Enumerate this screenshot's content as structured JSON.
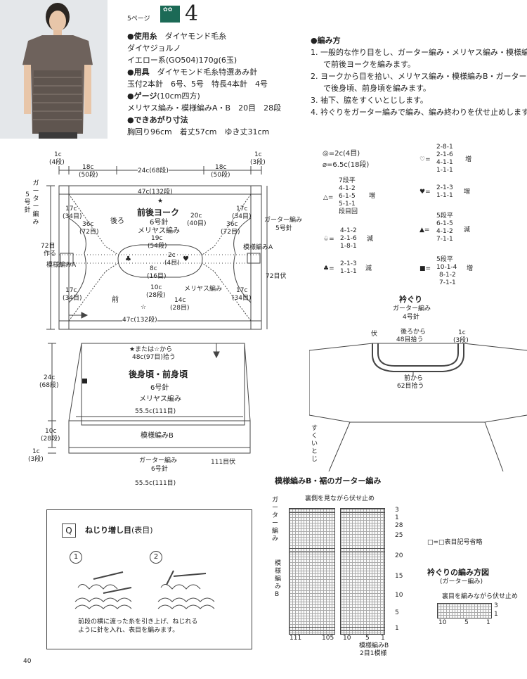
{
  "header": {
    "page_ref": "5ページ",
    "pattern_number": "4"
  },
  "materials": {
    "yarn_heading": "●使用糸",
    "yarn_brand": "ダイヤモンド毛糸",
    "yarn_name": "ダイヤジョルノ",
    "yarn_color": "イエロー系(GO504)170g(6玉)",
    "tools_heading": "●用具",
    "tools_line1": "ダイヤモンド毛糸特選あみ針",
    "tools_line2": "玉付2本針　6号、5号　特長4本針　4号",
    "gauge_heading": "●ゲージ",
    "gauge_unit": "(10cm四方)",
    "gauge_line": "メリヤス編み・模様編みA・B　20目　28段",
    "size_heading": "●できあがり寸法",
    "size_line": "胸回り96cm　着丈57cm　ゆき丈31cm"
  },
  "instructions": {
    "heading": "●編み方",
    "steps": [
      "1. 一般的な作り目をし、ガーター編み・メリヤス編み・模様編みA",
      "で前後ヨークを編みます。",
      "2. ヨークから目を拾い、メリヤス編み・模様編みB・ガーター編み",
      "で後身頃、前身頃を編みます。",
      "3. 袖下、脇をすくいとじします。",
      "4. 衿ぐりをガーター編みで編み、編み終わりを伏せ止めします。"
    ]
  },
  "yoke": {
    "dim_1c_left": "1c",
    "dim_4dan": "(4段)",
    "dim_18c_left": "18c",
    "dim_50dan_left": "(50段)",
    "dim_24c": "24c(68段)",
    "dim_18c_right": "18c",
    "dim_50dan_right": "(50段)",
    "dim_1c_right": "1c",
    "dim_3dan": "(3段)",
    "top_width": "47c(132段)",
    "title": "前後ヨーク",
    "needle6": "6号針",
    "stitch_m": "メリヤス編み",
    "garter_left": "ガーター編み",
    "needle5_left": "5号針",
    "garter_right": "ガーター編み",
    "needle5_right": "5号針",
    "c17_1": "17c",
    "r34_1": "(34目)",
    "c36_1": "36c",
    "r72_1": "(72目)",
    "back": "後ろ",
    "c20": "20c",
    "r40": "(40目)",
    "c36_2": "36c",
    "r72_2": "(72目)",
    "c17_2": "17c",
    "r34_2": "(34目)",
    "c19": "19c",
    "r54": "(54段)",
    "c72_cast": "72目",
    "cast_make": "作る",
    "patternA_left": "模様編みA",
    "patternA_right": "模様編みA",
    "c2": "2c",
    "r4": "(4目)",
    "c8": "8c",
    "r16": "(16目)",
    "c72_bind": "72目伏",
    "c17_3": "17c",
    "r34_3": "(34目)",
    "front": "前",
    "c10": "10c",
    "r28": "(28段)",
    "stitch_m2": "メリヤス編み",
    "c14": "14c",
    "r28b": "(28目)",
    "c17_4": "17c",
    "r34_4": "(34目)",
    "bottom_width": "47c(132段)",
    "star_open": "☆",
    "star_solid": "★",
    "equals": "="
  },
  "body": {
    "pickup": "★または☆から",
    "pickup2": "48c(97目)拾う",
    "title": "後身頃・前身頃",
    "needle": "6号針",
    "stitch": "メリヤス編み",
    "width1": "55.5c(111目)",
    "height_c": "24c",
    "height_r": "(68段)",
    "h10c": "10c",
    "h28": "(28段)",
    "h1c": "1c",
    "h3": "(3段)",
    "patternB": "模様編みB",
    "garter": "ガーター編み",
    "needle6": "6号針",
    "bind": "111目伏",
    "width2": "55.5c(111目)"
  },
  "legend": {
    "l1": "◎=2c(4目)",
    "l2": "⌀=6.5c(18段)",
    "tri_label": "△=",
    "tri_vals": [
      "7段平",
      "4-1-2",
      "6-1-5",
      "5-1-1",
      "段目回"
    ],
    "tri_note": "増",
    "club_label": "♧=",
    "club_vals": [
      "4-1-2",
      "2-1-6",
      "1-8-1"
    ],
    "club_note": "減",
    "spade_label": "♣=",
    "spade_vals": [
      "2-1-3",
      "1-1-1"
    ],
    "spade_note": "減",
    "heart_label": "♡=",
    "heart_vals": [
      "2-8-1",
      "2-1-6",
      "4-1-1",
      "1-1-1"
    ],
    "heart_note": "増",
    "heartb_label": "♥=",
    "heartb_vals": [
      "2-1-3",
      "1-1-1"
    ],
    "heartb_note": "増",
    "tri_b_label": "▲=",
    "tri_b_vals": [
      "5段平",
      "6-1-5",
      "4-1-2",
      "7-1-1"
    ],
    "tri_b_note": "減",
    "sq_label": "■=",
    "sq_vals": [
      "5段平",
      "10-1-4",
      "8-1-2",
      "7-1-1"
    ],
    "sq_note": "増"
  },
  "neckline": {
    "title": "衿ぐり",
    "sub": "ガーター編み",
    "needle": "4号針",
    "bind": "伏",
    "back_from": "後ろから",
    "back_pick": "48目拾う",
    "c1": "1c",
    "r3": "(3段)",
    "front_from": "前から",
    "front_pick": "62目拾う",
    "seam": "すくいとじ"
  },
  "chart": {
    "title": "模様編みB・裾のガーター編み",
    "top_note": "裏側を見ながら伏せ止め",
    "garter_label": "ガーター編み",
    "pattern_label": "模様編みB",
    "row_nums": [
      "3",
      "1",
      "28",
      "25",
      "20",
      "15",
      "10",
      "5",
      "1"
    ],
    "col_left": [
      "111",
      "105"
    ],
    "col_right": [
      "10",
      "5",
      "1"
    ],
    "repeat": "模様編みB",
    "repeat2": "2目1模様",
    "symbol_note": "□=□表目記号省略"
  },
  "neck_chart": {
    "title": "衿ぐりの編み方図",
    "sub": "(ガーター編み)",
    "note": "裏目を編みながら伏せ止め",
    "rows": [
      "3",
      "1"
    ],
    "cols": [
      "10",
      "5",
      "1"
    ]
  },
  "technique": {
    "icon": "Q",
    "title": "ねじり増し目",
    "sub": "(表目)",
    "step1": "1",
    "step2": "2",
    "caption1": "前段の横に渡った糸を引き上げ、ねじれる",
    "caption2": "ように針を入れ、表目を編みます。"
  },
  "footer": {
    "page": "40"
  },
  "colors": {
    "accent_block": "#1c6a56",
    "line": "#444444"
  }
}
